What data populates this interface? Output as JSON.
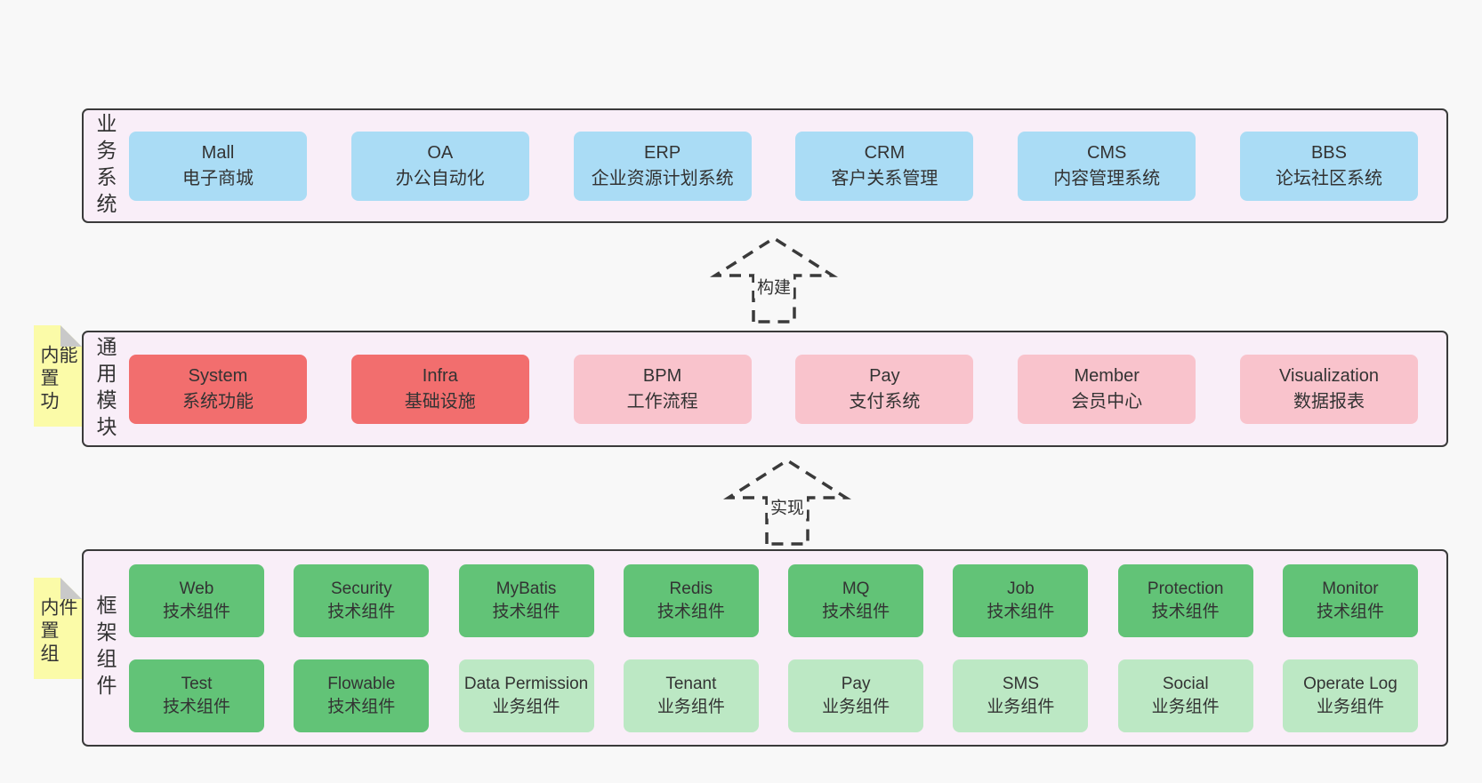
{
  "layers": {
    "business": {
      "side_label": "业务系统",
      "boxes": [
        {
          "name": "Mall",
          "desc": "电子商城"
        },
        {
          "name": "OA",
          "desc": "办公自动化"
        },
        {
          "name": "ERP",
          "desc": "企业资源计划系统"
        },
        {
          "name": "CRM",
          "desc": "客户关系管理"
        },
        {
          "name": "CMS",
          "desc": "内容管理系统"
        },
        {
          "name": "BBS",
          "desc": "论坛社区系统"
        }
      ]
    },
    "modules": {
      "side_label": "通用模块",
      "sticky_label": "内置功能",
      "boxes": [
        {
          "name": "System",
          "desc": "系统功能"
        },
        {
          "name": "Infra",
          "desc": "基础设施"
        },
        {
          "name": "BPM",
          "desc": "工作流程"
        },
        {
          "name": "Pay",
          "desc": "支付系统"
        },
        {
          "name": "Member",
          "desc": "会员中心"
        },
        {
          "name": "Visualization",
          "desc": "数据报表"
        }
      ]
    },
    "components": {
      "side_label": "框架组件",
      "sticky_label": "内置组件",
      "row1": [
        {
          "name": "Web",
          "desc": "技术组件"
        },
        {
          "name": "Security",
          "desc": "技术组件"
        },
        {
          "name": "MyBatis",
          "desc": "技术组件"
        },
        {
          "name": "Redis",
          "desc": "技术组件"
        },
        {
          "name": "MQ",
          "desc": "技术组件"
        },
        {
          "name": "Job",
          "desc": "技术组件"
        },
        {
          "name": "Protection",
          "desc": "技术组件"
        },
        {
          "name": "Monitor",
          "desc": "技术组件"
        }
      ],
      "row2": [
        {
          "name": "Test",
          "desc": "技术组件"
        },
        {
          "name": "Flowable",
          "desc": "技术组件"
        },
        {
          "name": "Data Permission",
          "desc": "业务组件"
        },
        {
          "name": "Tenant",
          "desc": "业务组件"
        },
        {
          "name": "Pay",
          "desc": "业务组件"
        },
        {
          "name": "SMS",
          "desc": "业务组件"
        },
        {
          "name": "Social",
          "desc": "业务组件"
        },
        {
          "name": "Operate Log",
          "desc": "业务组件"
        }
      ]
    }
  },
  "arrows": [
    {
      "label": "构建"
    },
    {
      "label": "实现"
    }
  ],
  "colors": {
    "page_bg": "#f8f8f8",
    "panel_bg": "#f9eef8",
    "panel_border": "#3a3a3a",
    "business_box": "#aadcf5",
    "module_core_box": "#f26e6e",
    "module_box": "#f9c3cc",
    "tech_component_box": "#62c377",
    "biz_component_box": "#bce8c4",
    "sticky_note": "#fbfba8",
    "sticky_fold": "#c9c9c9",
    "text": "#333333"
  }
}
